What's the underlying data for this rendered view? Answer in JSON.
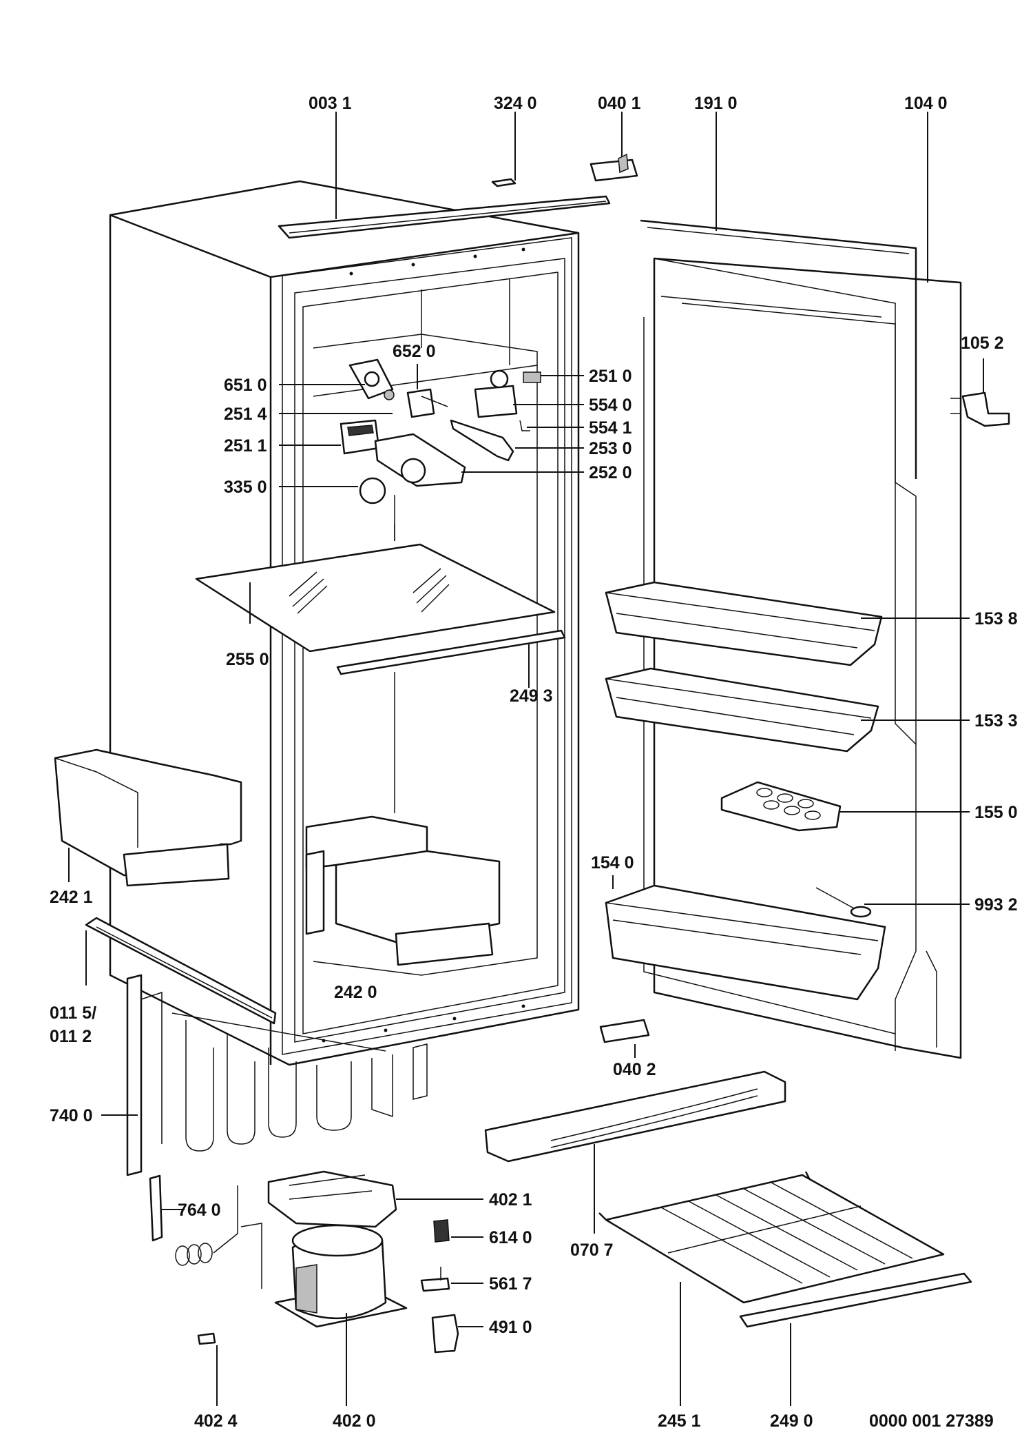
{
  "diagram": {
    "labels": [
      "003 1",
      "324 0",
      "040 1",
      "191 0",
      "104 0",
      "105 2",
      "651 0",
      "652 0",
      "251 4",
      "251 1",
      "335 0",
      "251 0",
      "554 0",
      "554 1",
      "253 0",
      "252 0",
      "255 0",
      "249 3",
      "153 8",
      "153 3",
      "155 0",
      "242 1",
      "154 0",
      "993 2",
      "242 0",
      "011 5/",
      "011 2",
      "040 2",
      "740 0",
      "070 7",
      "402 1",
      "764 0",
      "614 0",
      "561 7",
      "491 0",
      "402 4",
      "402 0",
      "245 1",
      "249 0"
    ],
    "drawing_number": "0000 001 27389"
  }
}
